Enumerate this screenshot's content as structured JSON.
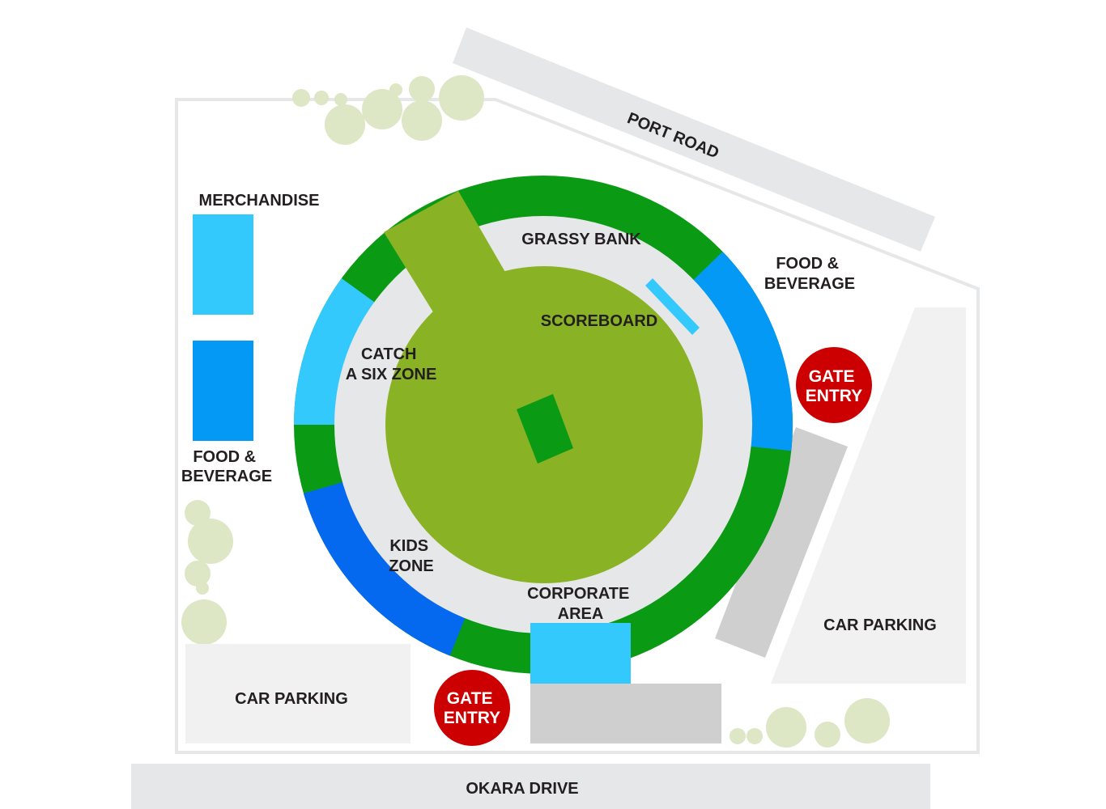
{
  "labels": {
    "port_road": "PORT ROAD",
    "okara_drive": "OKARA DRIVE",
    "merchandise": "MERCHANDISE",
    "food_beverage_left": [
      "FOOD &",
      "BEVERAGE"
    ],
    "food_beverage_right": [
      "FOOD &",
      "BEVERAGE"
    ],
    "grassy_bank": "GRASSY BANK",
    "scoreboard": "SCOREBOARD",
    "catch_a_six_zone": [
      "CATCH",
      "A SIX ZONE"
    ],
    "kids_zone": [
      "KIDS",
      "ZONE"
    ],
    "corporate_area": [
      "CORPORATE",
      "AREA"
    ],
    "car_parking_left": "CAR PARKING",
    "car_parking_right": "CAR PARKING",
    "gate_entry_right": [
      "GATE",
      "ENTRY"
    ],
    "gate_entry_bottom": [
      "GATE",
      "ENTRY"
    ]
  },
  "colors": {
    "dark_green": "#0a9a14",
    "field_green": "#89b325",
    "apron_grey": "#e6e7e8",
    "light_blue": "#33c9fc",
    "mid_blue": "#0499f5",
    "dark_blue": "#0569f0",
    "gate_red": "#cc0000",
    "parking_grey": "#cfcfcf",
    "tree_green": "#dde6c5"
  }
}
